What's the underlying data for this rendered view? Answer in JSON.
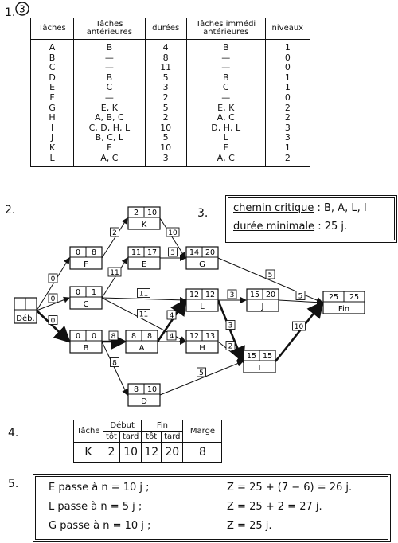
{
  "sections": {
    "s1": "1.",
    "s1_circle": "3",
    "s2": "2.",
    "s3": "3.",
    "s4": "4.",
    "s5": "5."
  },
  "table1": {
    "headers": [
      "Tâches",
      "Tâches antérieures",
      "durées",
      "Tâches immédi antérieures",
      "niveaux"
    ],
    "rows": [
      [
        "A",
        "B",
        "4",
        "B",
        "1"
      ],
      [
        "B",
        "—",
        "8",
        "—",
        "0"
      ],
      [
        "C",
        "—",
        "11",
        "—",
        "0"
      ],
      [
        "D",
        "B",
        "5",
        "B",
        "1"
      ],
      [
        "E",
        "C",
        "3",
        "C",
        "1"
      ],
      [
        "F",
        "—",
        "2",
        "—",
        "0"
      ],
      [
        "G",
        "E, K",
        "5",
        "E, K",
        "2"
      ],
      [
        "H",
        "A, B, C",
        "2",
        "A, C",
        "2"
      ],
      [
        "I",
        "C, D, H, L",
        "10",
        "D, H, L",
        "3"
      ],
      [
        "J",
        "B, C, L",
        "5",
        "L",
        "3"
      ],
      [
        "K",
        "F",
        "10",
        "F",
        "1"
      ],
      [
        "L",
        "A, C",
        "3",
        "A, C",
        "2"
      ]
    ]
  },
  "graph": {
    "nodes": [
      {
        "id": "deb",
        "label": "Déb.",
        "early": "",
        "late": ""
      },
      {
        "id": "F",
        "label": "F",
        "early": "0",
        "late": "8"
      },
      {
        "id": "K",
        "label": "K",
        "early": "2",
        "late": "10"
      },
      {
        "id": "C",
        "label": "C",
        "early": "0",
        "late": "1"
      },
      {
        "id": "E",
        "label": "E",
        "early": "11",
        "late": "17"
      },
      {
        "id": "G",
        "label": "G",
        "early": "14",
        "late": "20"
      },
      {
        "id": "L",
        "label": "L",
        "early": "12",
        "late": "12"
      },
      {
        "id": "J",
        "label": "J",
        "early": "15",
        "late": "20"
      },
      {
        "id": "Fin",
        "label": "Fin",
        "early": "25",
        "late": "25"
      },
      {
        "id": "B",
        "label": "B",
        "early": "0",
        "late": "0"
      },
      {
        "id": "A",
        "label": "A",
        "early": "8",
        "late": "8"
      },
      {
        "id": "H",
        "label": "H",
        "early": "12",
        "late": "13"
      },
      {
        "id": "I",
        "label": "I",
        "early": "15",
        "late": "15"
      },
      {
        "id": "D",
        "label": "D",
        "early": "8",
        "late": "10"
      }
    ],
    "edges": [
      {
        "from": "deb",
        "to": "F",
        "w": "0"
      },
      {
        "from": "deb",
        "to": "C",
        "w": "0"
      },
      {
        "from": "deb",
        "to": "B",
        "w": "0"
      },
      {
        "from": "F",
        "to": "K",
        "w": "2"
      },
      {
        "from": "K",
        "to": "G",
        "w": "10"
      },
      {
        "from": "C",
        "to": "E",
        "w": "11"
      },
      {
        "from": "E",
        "to": "G",
        "w": "3"
      },
      {
        "from": "G",
        "to": "Fin",
        "w": "5"
      },
      {
        "from": "C",
        "to": "L",
        "w": "11"
      },
      {
        "from": "C",
        "to": "H",
        "w": "11"
      },
      {
        "from": "L",
        "to": "J",
        "w": "3"
      },
      {
        "from": "L",
        "to": "I",
        "w": "3"
      },
      {
        "from": "J",
        "to": "Fin",
        "w": "5"
      },
      {
        "from": "B",
        "to": "A",
        "w": "8"
      },
      {
        "from": "A",
        "to": "L",
        "w": "4"
      },
      {
        "from": "A",
        "to": "H",
        "w": "4"
      },
      {
        "from": "H",
        "to": "I",
        "w": "2"
      },
      {
        "from": "B",
        "to": "D",
        "w": "8"
      },
      {
        "from": "D",
        "to": "I",
        "w": "5"
      },
      {
        "from": "I",
        "to": "Fin",
        "w": "10"
      }
    ]
  },
  "critical": {
    "path_label": "chemin critique",
    "path_value": ": B, A, L, I",
    "duration_label": "durée minimale",
    "duration_value": ": 25 j."
  },
  "table4": {
    "h_task": "Tâche",
    "h_debut": "Début",
    "h_fin": "Fin",
    "h_marge": "Marge",
    "h_tot": "tôt",
    "h_tard": "tard",
    "row": [
      "K",
      "2",
      "10",
      "12",
      "20",
      "8"
    ]
  },
  "part5": [
    {
      "text": "E passe à n = 10 j ;",
      "formula": "Z = 25 + (7 − 6) = 26 j."
    },
    {
      "text": "L passe à n = 5 j ;",
      "formula": "Z = 25 + 2 = 27 j."
    },
    {
      "text": "G passe à n = 10 j ;",
      "formula": "Z = 25 j."
    }
  ]
}
